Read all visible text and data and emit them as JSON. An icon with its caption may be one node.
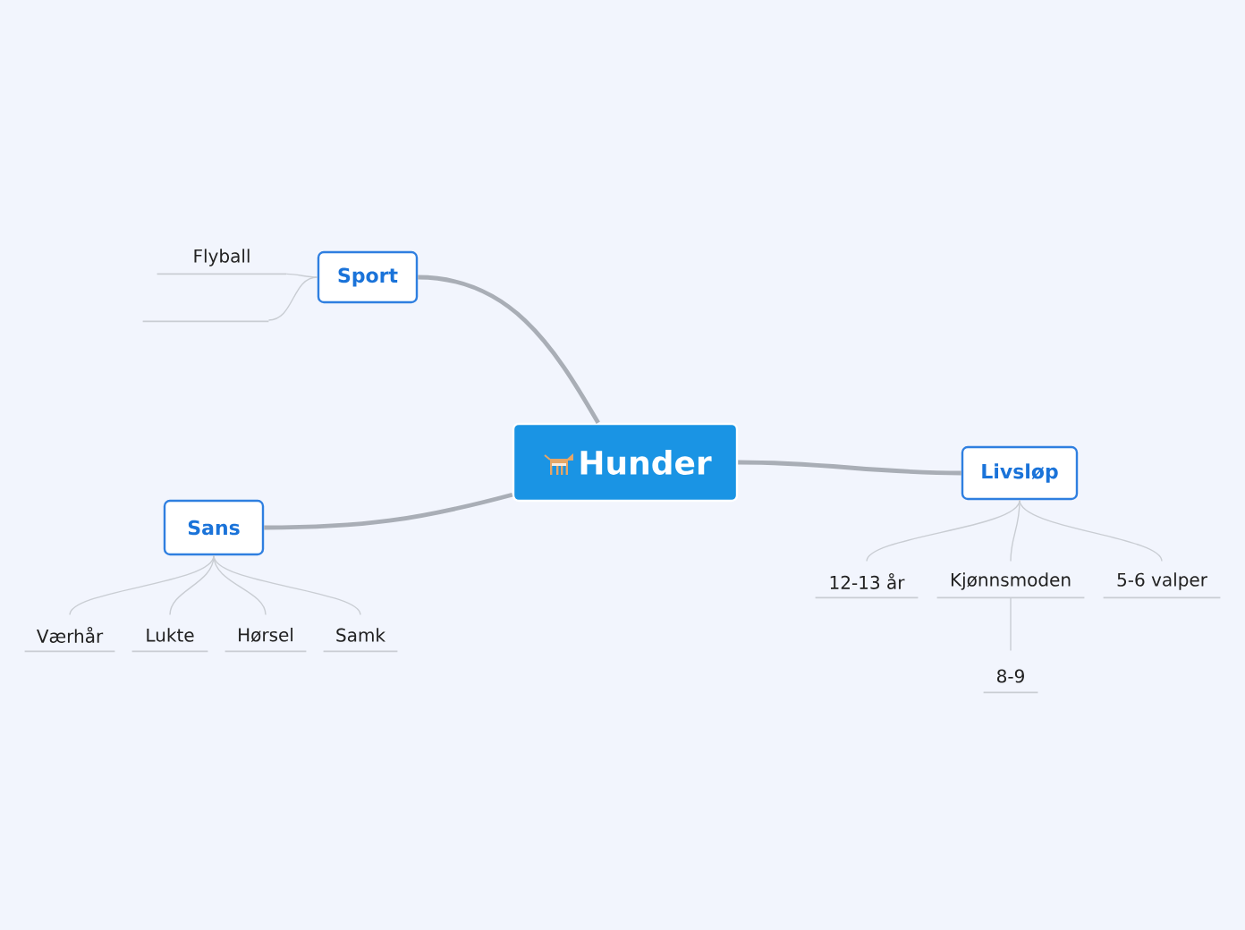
{
  "diagram": {
    "nodes": [
      {
        "text": [
          "Hunder"
        ]
      },
      {
        "text": [
          "Sport"
        ]
      },
      {
        "text": [
          "Flyball"
        ]
      },
      {
        "text": [],
        "shape": "line"
      },
      {
        "text": [
          "Sans"
        ]
      },
      {
        "text": [
          "Værhår"
        ]
      },
      {
        "text": [
          "Lukte"
        ]
      },
      {
        "text": [
          "Hørsel"
        ]
      },
      {
        "text": [
          "Samk"
        ]
      },
      {
        "text": [
          "Livsløp"
        ]
      },
      {
        "text": [
          "12-13 år"
        ]
      },
      {
        "text": [
          "Kjønnsmoden"
        ]
      },
      {
        "text": [
          "8-9"
        ]
      },
      {
        "text": [
          "5-6 valper"
        ]
      }
    ],
    "edges": [
      {
        "from": 0,
        "to": 1,
        "arrow": "none",
        "style": "thick",
        "color": "#a9aeb6"
      },
      {
        "from": 1,
        "to": 2,
        "arrow": "none"
      },
      {
        "from": 1,
        "to": 3,
        "arrow": "none"
      },
      {
        "from": 0,
        "to": 4,
        "arrow": "none",
        "style": "thick",
        "color": "#a9aeb6"
      },
      {
        "from": 4,
        "to": 5,
        "arrow": "none"
      },
      {
        "from": 4,
        "to": 6,
        "arrow": "none"
      },
      {
        "from": 4,
        "to": 7,
        "arrow": "none"
      },
      {
        "from": 4,
        "to": 8,
        "arrow": "none"
      },
      {
        "from": 0,
        "to": 9,
        "arrow": "none",
        "style": "thick",
        "color": "#a9aeb6"
      },
      {
        "from": 9,
        "to": 10,
        "arrow": "none"
      },
      {
        "from": 9,
        "to": 11,
        "arrow": "none"
      },
      {
        "from": 11,
        "to": 12,
        "arrow": "none"
      },
      {
        "from": 9,
        "to": 13,
        "arrow": "none"
      }
    ]
  }
}
